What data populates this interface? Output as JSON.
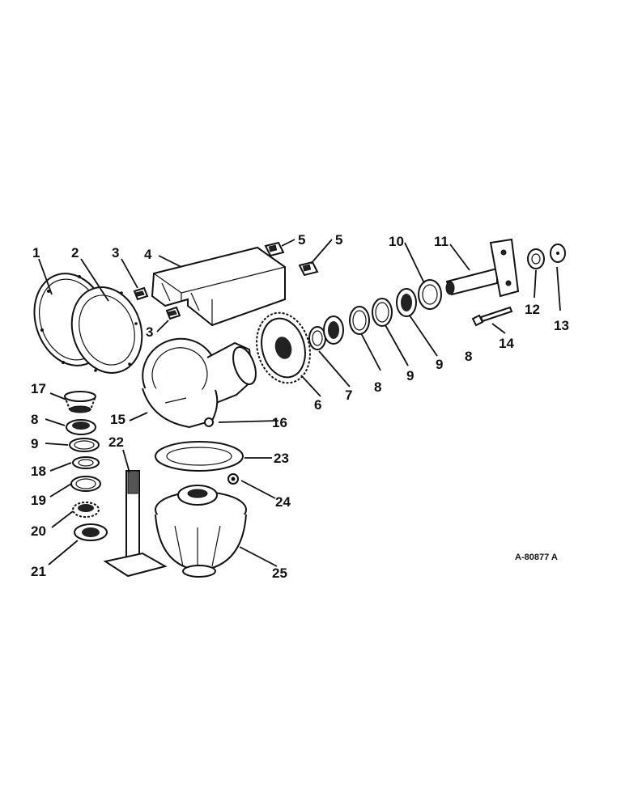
{
  "diagram": {
    "drawing_code": "A-80877 A",
    "callouts": [
      {
        "id": "c1",
        "text": "1"
      },
      {
        "id": "c2",
        "text": "2"
      },
      {
        "id": "c3a",
        "text": "3"
      },
      {
        "id": "c3b",
        "text": "3"
      },
      {
        "id": "c4",
        "text": "4"
      },
      {
        "id": "c5a",
        "text": "5"
      },
      {
        "id": "c5b",
        "text": "5"
      },
      {
        "id": "c6",
        "text": "6"
      },
      {
        "id": "c7",
        "text": "7"
      },
      {
        "id": "c8a",
        "text": "8"
      },
      {
        "id": "c8b",
        "text": "8"
      },
      {
        "id": "c8c",
        "text": "8"
      },
      {
        "id": "c9a",
        "text": "9"
      },
      {
        "id": "c9b",
        "text": "9"
      },
      {
        "id": "c9c",
        "text": "9"
      },
      {
        "id": "c10",
        "text": "10"
      },
      {
        "id": "c11",
        "text": "11"
      },
      {
        "id": "c12",
        "text": "12"
      },
      {
        "id": "c13",
        "text": "13"
      },
      {
        "id": "c14",
        "text": "14"
      },
      {
        "id": "c15",
        "text": "15"
      },
      {
        "id": "c16",
        "text": "16"
      },
      {
        "id": "c17",
        "text": "17"
      },
      {
        "id": "c18",
        "text": "18"
      },
      {
        "id": "c19",
        "text": "19"
      },
      {
        "id": "c20",
        "text": "20"
      },
      {
        "id": "c21",
        "text": "21"
      },
      {
        "id": "c22",
        "text": "22"
      },
      {
        "id": "c23",
        "text": "23"
      },
      {
        "id": "c24",
        "text": "24"
      },
      {
        "id": "c25",
        "text": "25"
      }
    ]
  }
}
